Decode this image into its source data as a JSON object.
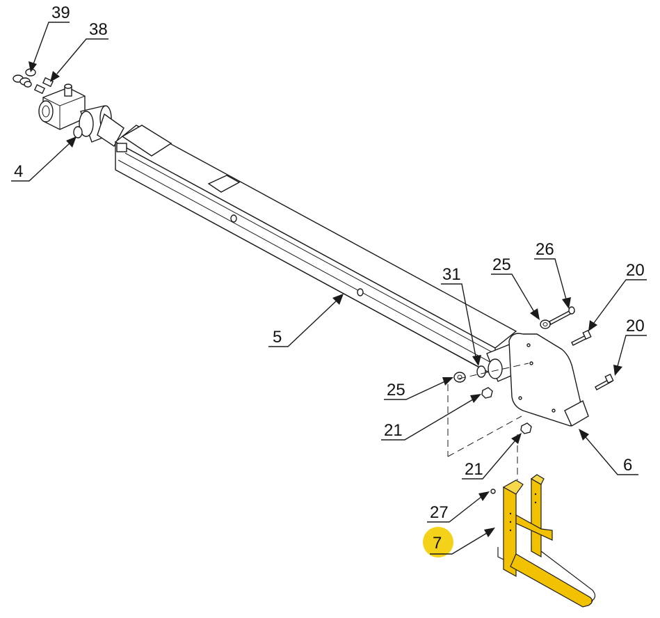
{
  "colors": {
    "line": "#1a1a1a",
    "highlight_part": "#f2c200",
    "highlight_badge": "#f5d21a",
    "background": "#ffffff"
  },
  "callouts": [
    {
      "id": "c39",
      "label": "39"
    },
    {
      "id": "c38",
      "label": "38"
    },
    {
      "id": "c4",
      "label": "4"
    },
    {
      "id": "c5",
      "label": "5"
    },
    {
      "id": "c31",
      "label": "31"
    },
    {
      "id": "c25a",
      "label": "25"
    },
    {
      "id": "c26",
      "label": "26"
    },
    {
      "id": "c20a",
      "label": "20"
    },
    {
      "id": "c20b",
      "label": "20"
    },
    {
      "id": "c25b",
      "label": "25"
    },
    {
      "id": "c21a",
      "label": "21"
    },
    {
      "id": "c21b",
      "label": "21"
    },
    {
      "id": "c6",
      "label": "6"
    },
    {
      "id": "c27",
      "label": "27"
    },
    {
      "id": "c7",
      "label": "7",
      "highlighted": true
    }
  ]
}
